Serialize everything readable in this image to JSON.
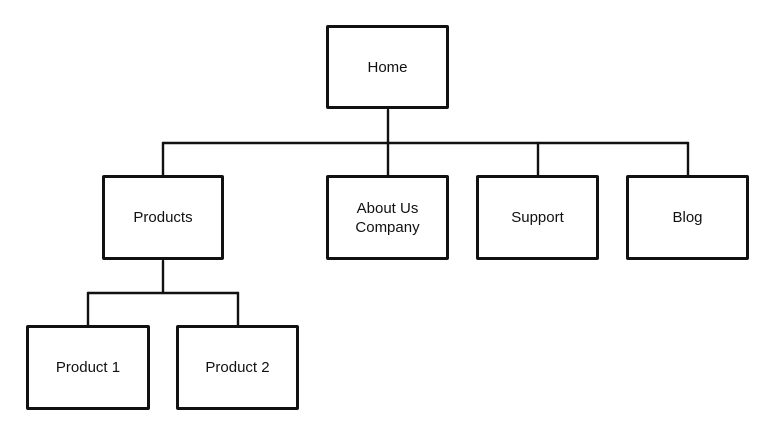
{
  "diagram": {
    "type": "sitemap-tree",
    "root": {
      "label": "Home",
      "children": [
        {
          "label": "Products",
          "children": [
            {
              "label": "Product 1"
            },
            {
              "label": "Product 2"
            }
          ]
        },
        {
          "label": "About Us\nCompany"
        },
        {
          "label": "Support"
        },
        {
          "label": "Blog"
        }
      ]
    },
    "colors": {
      "line": "#111111",
      "box_border": "#111111",
      "box_fill": "#ffffff",
      "background": "#ffffff"
    }
  }
}
